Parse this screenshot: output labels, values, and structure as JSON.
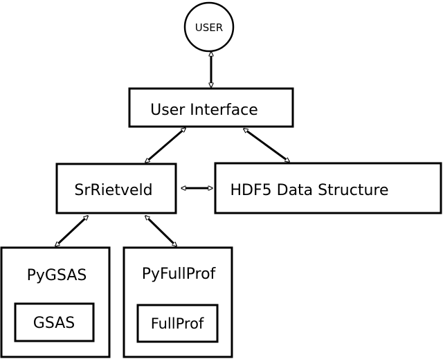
{
  "nodes": {
    "user": "USER",
    "user_interface": "User Interface",
    "srrietveld": "SrRietveld",
    "hdf5": "HDF5 Data Structure",
    "pygsas": "PyGSAS",
    "gsas": "GSAS",
    "pyfullprof": "PyFullProf",
    "fullprof": "FullProf"
  },
  "colors": {
    "stroke": "#000000",
    "fill": "#ffffff"
  }
}
